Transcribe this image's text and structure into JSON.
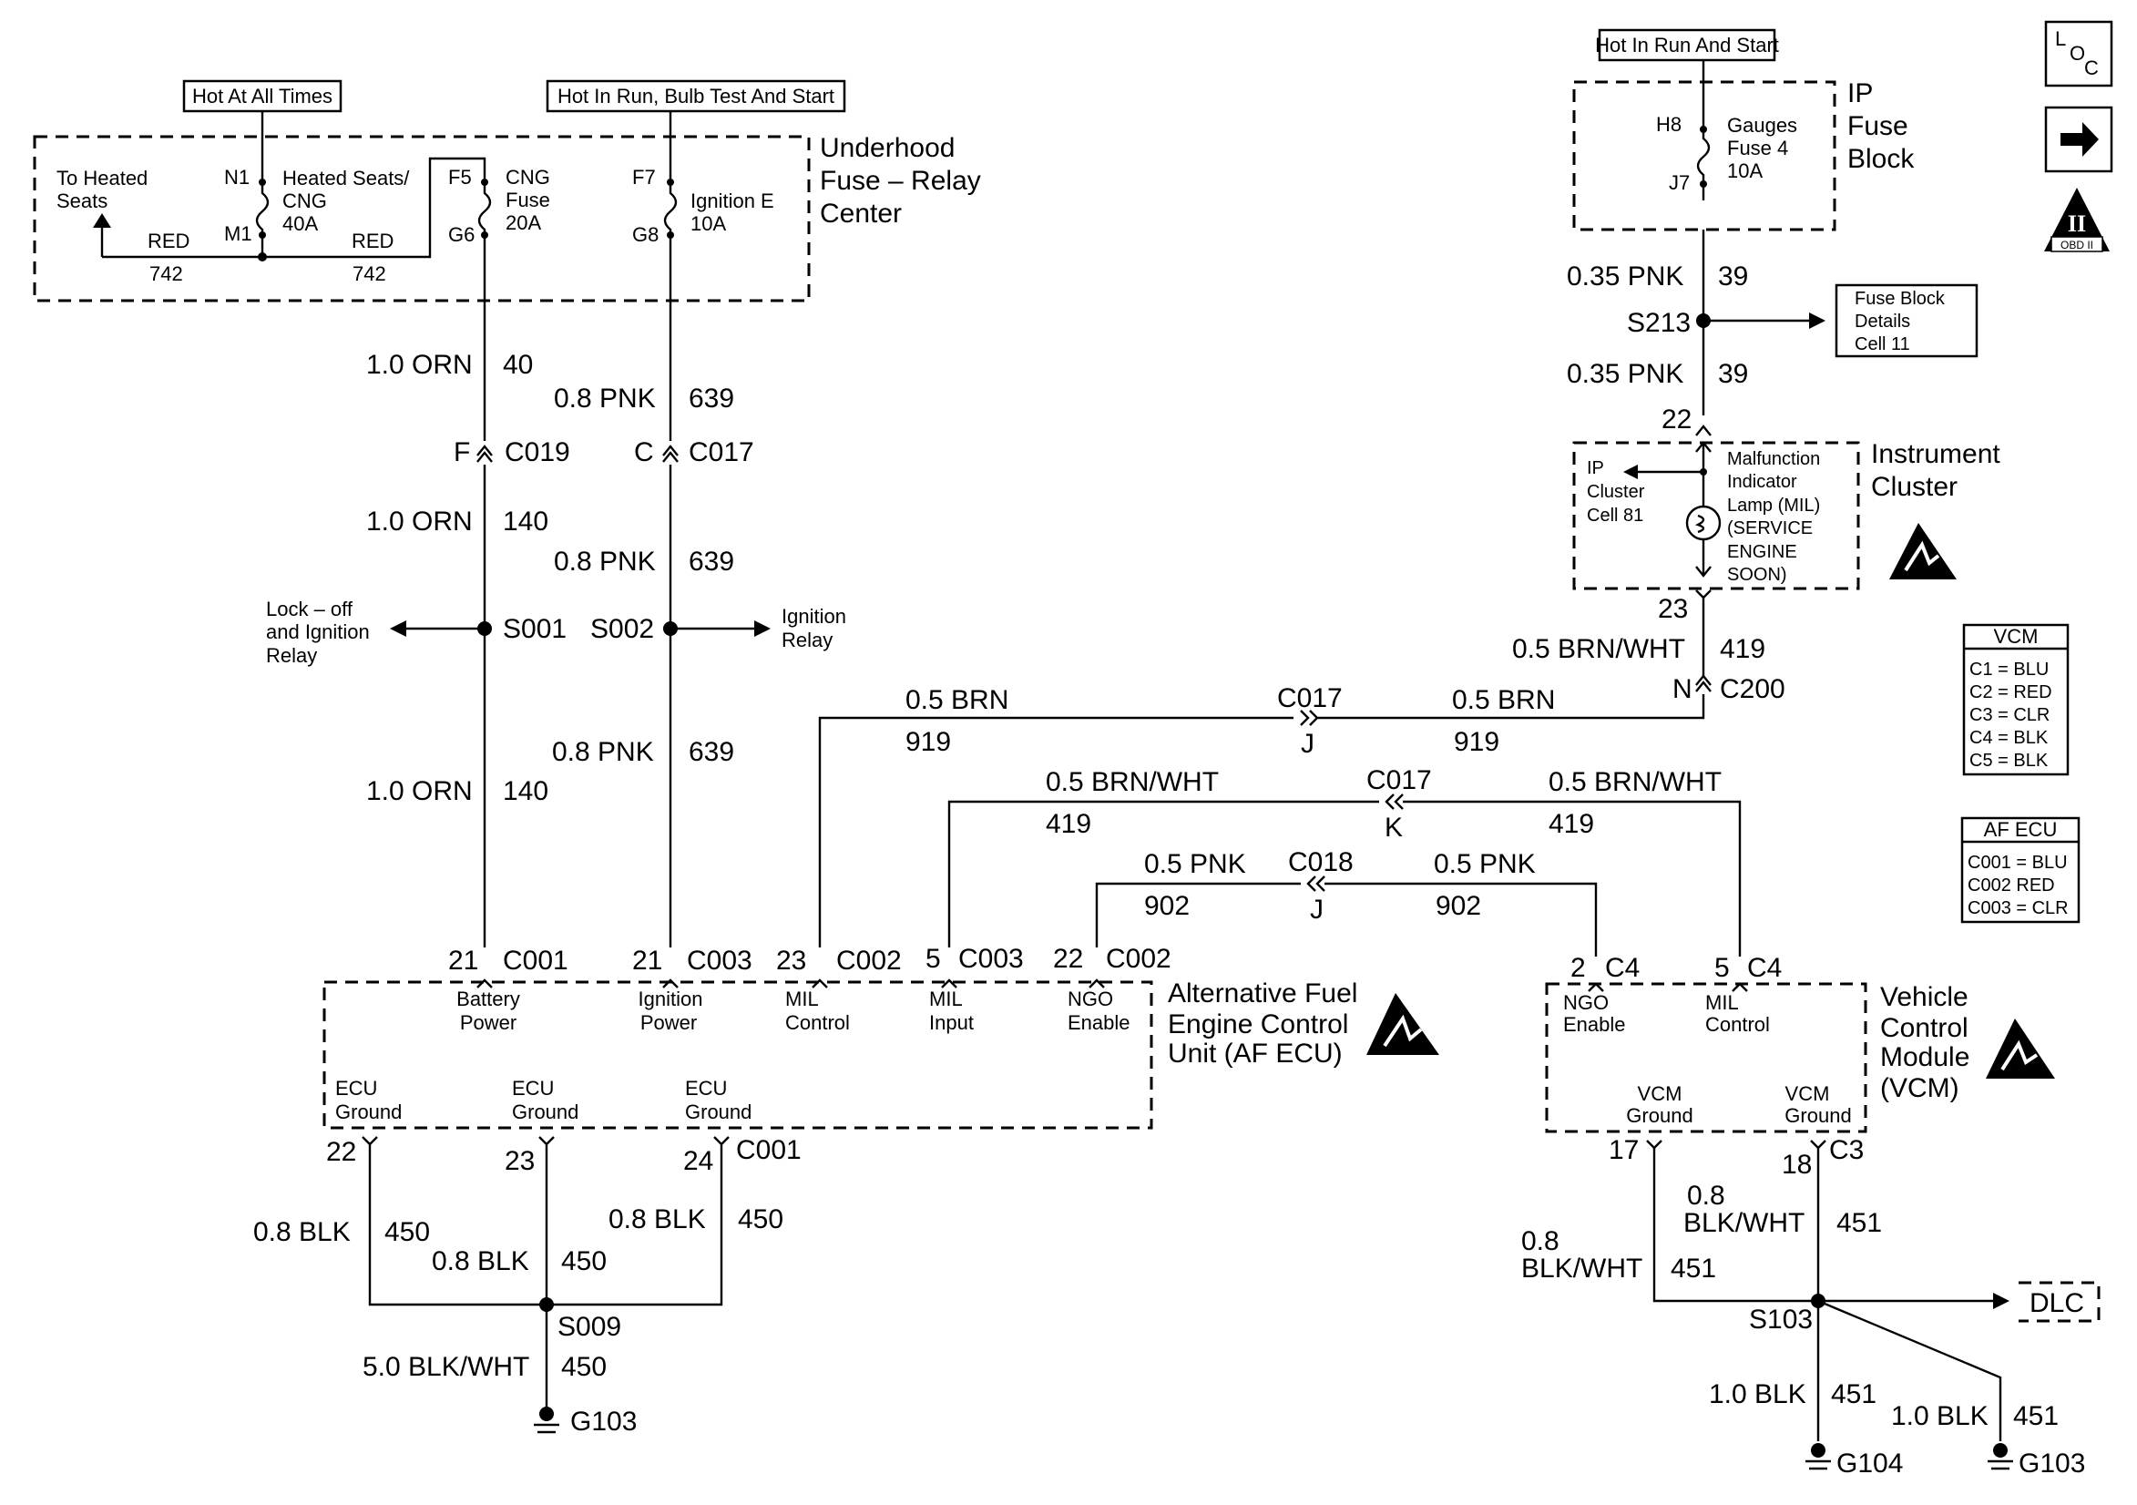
{
  "power_labels": {
    "hot_at_all_times": "Hot At All Times",
    "hot_run_bulb_start": "Hot In Run, Bulb Test And Start",
    "hot_run_start": "Hot In Run And Start"
  },
  "underhood": {
    "title_line1": "Underhood",
    "title_line2": "Fuse – Relay",
    "title_line3": "Center",
    "to_heated_seats_1": "To Heated",
    "to_heated_seats_2": "Seats",
    "n1": "N1",
    "m1": "M1",
    "fuse1_line1": "Heated Seats/",
    "fuse1_line2": "CNG",
    "fuse1_line3": "40A",
    "red": "RED",
    "circuit_742": "742",
    "f5": "F5",
    "g6": "G6",
    "fuse2_line1": "CNG",
    "fuse2_line2": "Fuse",
    "fuse2_line3": "20A",
    "f7": "F7",
    "g8": "G8",
    "fuse3_line1": "Ignition E",
    "fuse3_line2": "10A"
  },
  "ip_fuse_block": {
    "title_line1": "IP",
    "title_line2": "Fuse",
    "title_line3": "Block",
    "h8": "H8",
    "j7": "J7",
    "fuse_line1": "Gauges",
    "fuse_line2": "Fuse 4",
    "fuse_line3": "10A"
  },
  "fuse_block_details": {
    "line1": "Fuse Block",
    "line2": "Details",
    "line3": "Cell 11"
  },
  "instrument_cluster": {
    "title_line1": "Instrument",
    "title_line2": "Cluster",
    "ip_ref_line1": "IP",
    "ip_ref_line2": "Cluster",
    "ip_ref_line3": "Cell 81",
    "mil_line1": "Malfunction",
    "mil_line2": "Indicator",
    "mil_line3": "Lamp (MIL)",
    "mil_line4": "(SERVICE",
    "mil_line5": "ENGINE",
    "mil_line6": "SOON)",
    "pin_22": "22",
    "pin_23": "23"
  },
  "wires": {
    "w_039_gauge": "0.35 PNK",
    "c_039": "39",
    "s213": "S213",
    "w_419_bw": "0.5 BRN/WHT",
    "c_419": "419",
    "n_pin": "N",
    "c200": "C200",
    "w_040": "1.0 ORN",
    "c_040": "40",
    "w_140": "1.0 ORN",
    "c_140": "140",
    "w_639": "0.8 PNK",
    "c_639": "639",
    "f_pin": "F",
    "c019": "C019",
    "c_pin": "C",
    "c017": "C017",
    "s001": "S001",
    "s002": "S002",
    "lock_off_1": "Lock – off",
    "lock_off_2": "and Ignition",
    "lock_off_3": "Relay",
    "ign_relay_1": "Ignition",
    "ign_relay_2": "Relay",
    "w_919": "0.5 BRN",
    "c_919": "919",
    "j_pin": "J",
    "k_pin": "K",
    "w_902": "0.5 PNK",
    "c_902": "902",
    "c018": "C018"
  },
  "af_ecu": {
    "title_line1": "Alternative Fuel",
    "title_line2": "Engine Control",
    "title_line3": "Unit (AF ECU)",
    "p21": "21",
    "c001": "C001",
    "c003": "C003",
    "p23": "23",
    "c002": "C002",
    "p5": "5",
    "p22": "22",
    "batt_1": "Battery",
    "batt_2": "Power",
    "ign_1": "Ignition",
    "ign_2": "Power",
    "milc_1": "MIL",
    "milc_2": "Control",
    "mili_1": "MIL",
    "mili_2": "Input",
    "ngo_1": "NGO",
    "ngo_2": "Enable",
    "gnd_1": "ECU",
    "gnd_2": "Ground",
    "p24": "24"
  },
  "vcm": {
    "title_line1": "Vehicle",
    "title_line2": "Control",
    "title_line3": "Module",
    "title_line4": "(VCM)",
    "p2": "2",
    "c4": "C4",
    "p5": "5",
    "ngo_1": "NGO",
    "ngo_2": "Enable",
    "mil_1": "MIL",
    "mil_2": "Control",
    "gnd_1": "VCM",
    "gnd_2": "Ground",
    "p17": "17",
    "p18": "18",
    "c3": "C3"
  },
  "grounds": {
    "w_450": "0.8 BLK",
    "c_450": "450",
    "w_450_main": "5.0 BLK/WHT",
    "s009": "S009",
    "g103": "G103",
    "w_451_a": "0.8",
    "w_451_b": "BLK/WHT",
    "c_451": "451",
    "s103": "S103",
    "dlc": "DLC",
    "w_451_blk": "1.0 BLK",
    "g104": "G104"
  },
  "legend_vcm": {
    "title": "VCM",
    "rows": [
      "C1 = BLU",
      "C2 = RED",
      "C3 = CLR",
      "C4 = BLK",
      "C5 = BLK"
    ]
  },
  "legend_afecu": {
    "title": "AF ECU",
    "rows": [
      "C001 = BLU",
      "C002   RED",
      "C003 = CLR"
    ]
  },
  "corner": {
    "loc_l": "L",
    "loc_o": "O",
    "loc_c": "C",
    "obd_ii": "II",
    "obd_label": "OBD II"
  }
}
